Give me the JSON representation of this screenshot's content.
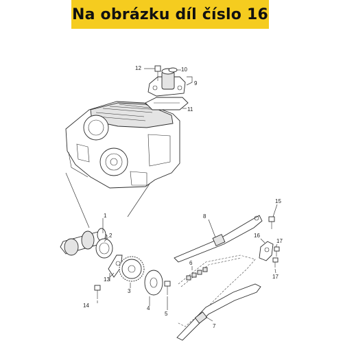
{
  "banner": {
    "text": "Na obrázku díl číslo 16",
    "background": "#f5cc1f"
  },
  "callouts": {
    "c1": "1",
    "c2": "2",
    "c3": "3",
    "c4": "4",
    "c5": "5",
    "c6": "6",
    "c7": "7",
    "c8": "8",
    "c9": "9",
    "c10": "10",
    "c11": "11",
    "c12": "12",
    "c13": "13",
    "c14": "14",
    "c15": "15",
    "c16": "16",
    "c17a": "17",
    "c17b": "17"
  }
}
